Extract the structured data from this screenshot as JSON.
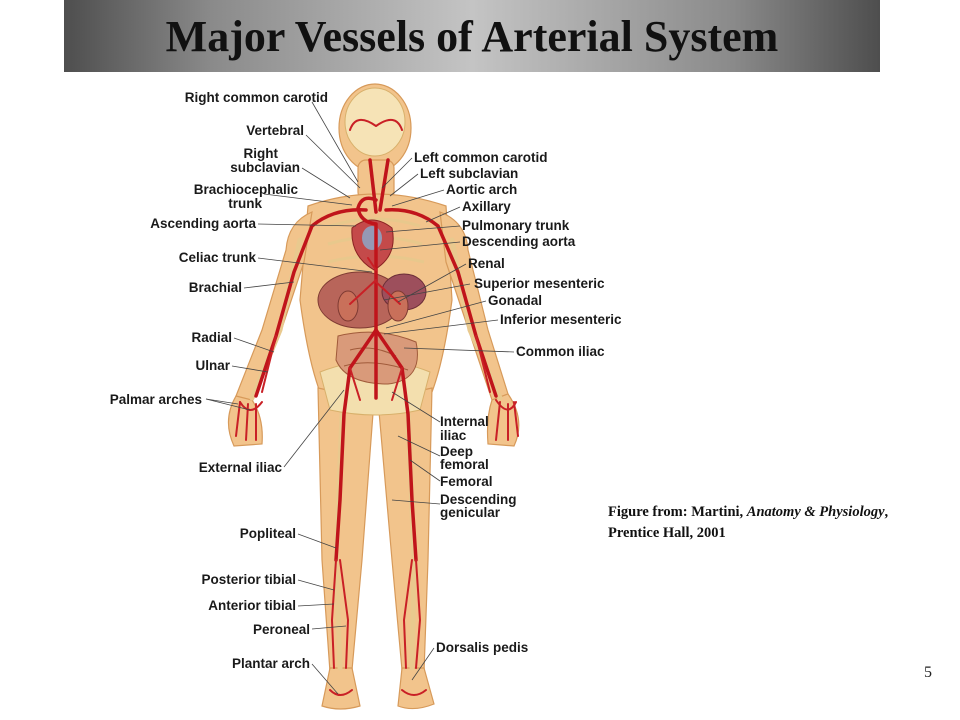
{
  "slide": {
    "title": "Major Vessels of Arterial System",
    "page_number": "5"
  },
  "credit": {
    "prefix": "Figure from: Martini, ",
    "book": "Anatomy & Physiology",
    "suffix": ", Prentice Hall, 2001"
  },
  "labels": {
    "left": {
      "right_common_carotid": "Right common carotid",
      "vertebral": "Vertebral",
      "right_subclavian_1": "Right",
      "right_subclavian_2": "subclavian",
      "brachiocephalic_1": "Brachiocephalic",
      "brachiocephalic_2": "trunk",
      "ascending_aorta": "Ascending aorta",
      "celiac_trunk": "Celiac trunk",
      "brachial": "Brachial",
      "radial": "Radial",
      "ulnar": "Ulnar",
      "palmar_arches": "Palmar arches",
      "external_iliac": "External iliac",
      "popliteal": "Popliteal",
      "posterior_tibial": "Posterior tibial",
      "anterior_tibial": "Anterior tibial",
      "peroneal": "Peroneal",
      "plantar_arch": "Plantar arch"
    },
    "right": {
      "left_common_carotid": "Left common carotid",
      "left_subclavian": "Left subclavian",
      "aortic_arch": "Aortic arch",
      "axillary": "Axillary",
      "pulmonary_trunk": "Pulmonary trunk",
      "descending_aorta": "Descending aorta",
      "renal": "Renal",
      "superior_mesenteric": "Superior mesenteric",
      "gonadal": "Gonadal",
      "inferior_mesenteric": "Inferior mesenteric",
      "common_iliac": "Common iliac",
      "internal_iliac_1": "Internal",
      "internal_iliac_2": "iliac",
      "deep_femoral_1": "Deep",
      "deep_femoral_2": "femoral",
      "femoral": "Femoral",
      "descending_genicular_1": "Descending",
      "descending_genicular_2": "genicular",
      "dorsalis_pedis": "Dorsalis pedis"
    }
  }
}
